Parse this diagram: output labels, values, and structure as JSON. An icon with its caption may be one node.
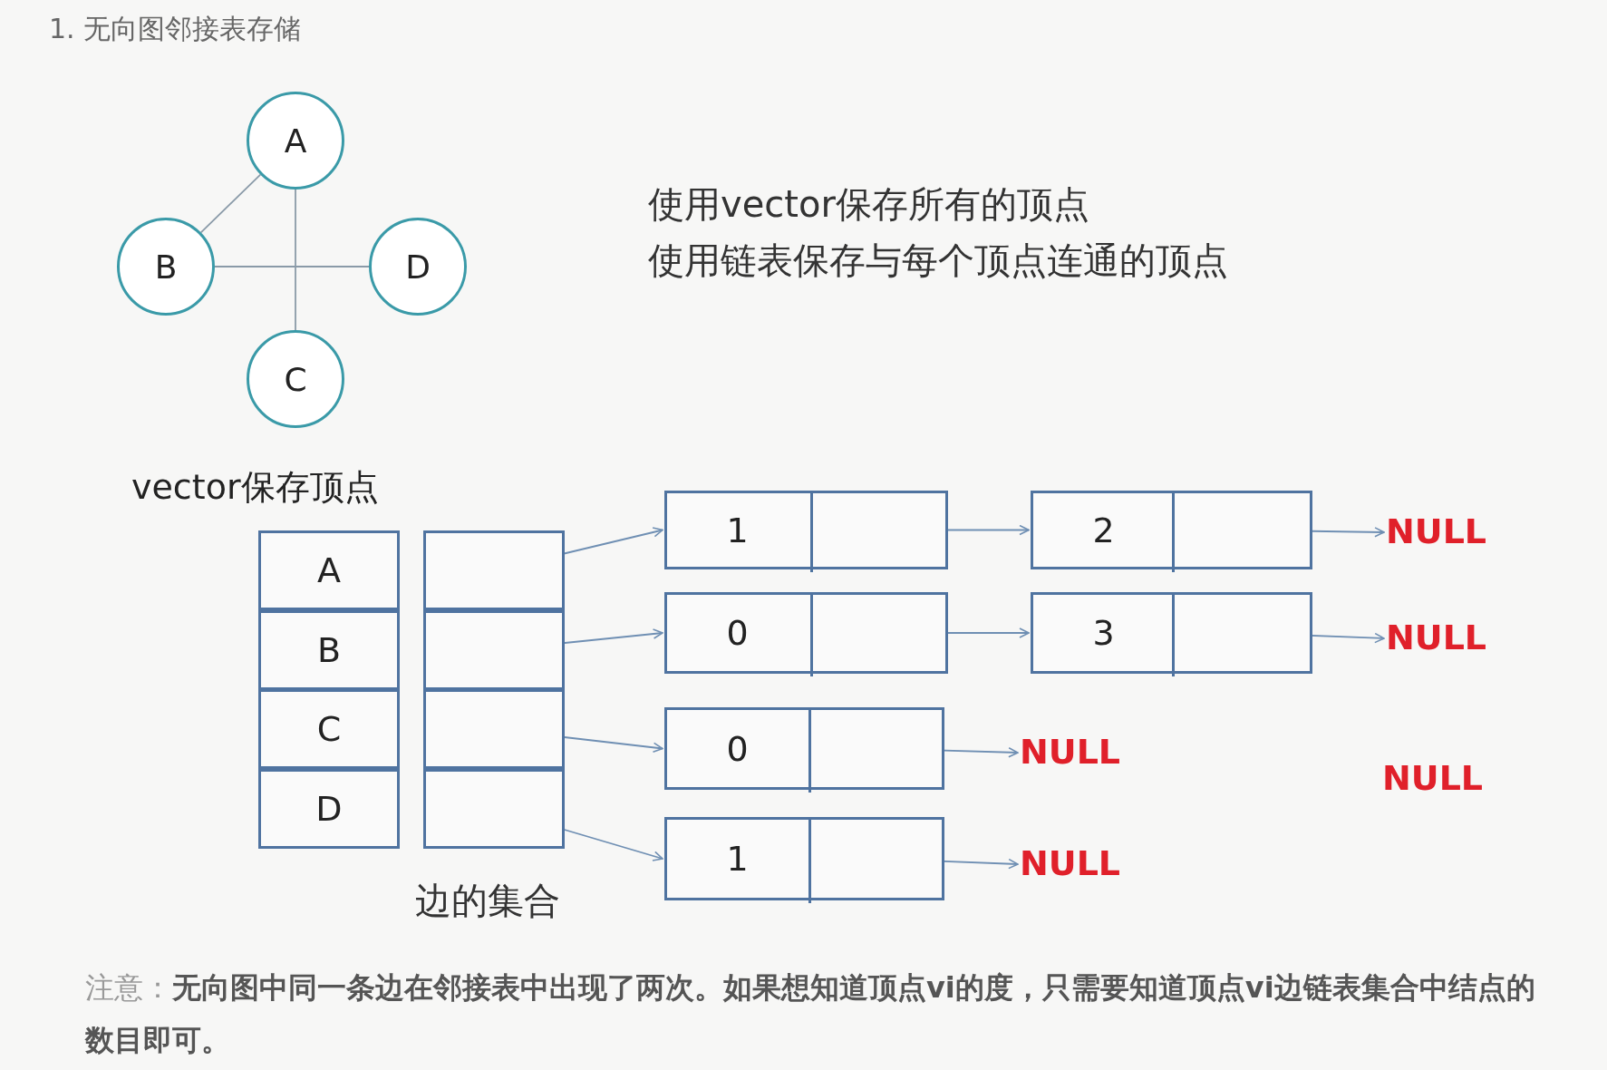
{
  "diagram": {
    "title": "1. 无向图邻接表存储",
    "nodes": [
      {
        "text": [
          "A"
        ]
      },
      {
        "text": [
          "B"
        ]
      },
      {
        "text": [
          "D"
        ]
      },
      {
        "text": [
          "C"
        ]
      },
      {
        "text": [
          "A"
        ]
      },
      {
        "text": [
          "B"
        ]
      },
      {
        "text": [
          "C"
        ]
      },
      {
        "text": [
          "D"
        ]
      },
      {
        "text": [],
        "shape": "box"
      },
      {
        "text": [],
        "shape": "box"
      },
      {
        "text": [],
        "shape": "box"
      },
      {
        "text": [],
        "shape": "box"
      },
      {
        "text": [
          "1"
        ]
      },
      {
        "text": [],
        "shape": "box",
        "in": 12
      },
      {
        "text": [
          "2"
        ]
      },
      {
        "text": [],
        "shape": "box",
        "in": 14
      },
      {
        "text": [
          "NULL"
        ]
      },
      {
        "text": [
          "0"
        ]
      },
      {
        "text": [],
        "shape": "box",
        "in": 17
      },
      {
        "text": [
          "3"
        ]
      },
      {
        "text": [],
        "shape": "box",
        "in": 19
      },
      {
        "text": [
          "NULL"
        ]
      },
      {
        "text": [
          "0"
        ]
      },
      {
        "text": [],
        "shape": "box",
        "in": 22
      },
      {
        "text": [
          "NULL"
        ]
      },
      {
        "text": [
          "1"
        ]
      },
      {
        "text": [],
        "shape": "box",
        "in": 25
      },
      {
        "text": [
          "NULL"
        ]
      }
    ],
    "edges": [
      {
        "from": 0,
        "to": 1,
        "arrow": "none"
      },
      {
        "from": 0,
        "to": 3,
        "arrow": "none"
      },
      {
        "from": 1,
        "to": 2,
        "arrow": "none"
      },
      {
        "from": 8,
        "to": 12,
        "arrow": "to"
      },
      {
        "from": 9,
        "to": 17,
        "arrow": "to"
      },
      {
        "from": 10,
        "to": 22,
        "arrow": "to"
      },
      {
        "from": 11,
        "to": 25,
        "arrow": "to"
      },
      {
        "from": 13,
        "to": 14,
        "arrow": "to"
      },
      {
        "from": 15,
        "to": 16,
        "arrow": "to"
      },
      {
        "from": 18,
        "to": 19,
        "arrow": "to"
      },
      {
        "from": 20,
        "to": 21,
        "arrow": "to"
      },
      {
        "from": 23,
        "to": 24,
        "arrow": "to"
      },
      {
        "from": 26,
        "to": 27,
        "arrow": "to"
      }
    ],
    "labels": [
      "使用vector保存所有的顶点",
      "使用链表保存与每个顶点连通的顶点",
      "vector保存顶点",
      "边的集合",
      "NULL",
      "注意：**无向图中同一条边在邻接表中出现了两次。如果想知道顶点vi的度，只需要知道顶点vi边链表集合中结点的数目即可。**"
    ]
  }
}
